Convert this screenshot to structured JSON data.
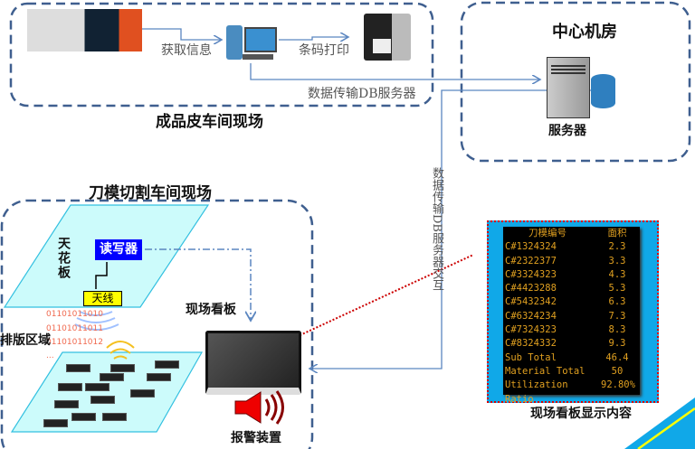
{
  "workshop_top": {
    "title": "成品皮车间现场",
    "get_info": "获取信息",
    "barcode_print": "条码打印",
    "db_transfer": "数据传输DB服务器"
  },
  "center": {
    "title": "中心机房",
    "server": "服务器"
  },
  "vertical_link": "数据传输DB服务器交互",
  "workshop_bottom": {
    "title": "刀模切割车间现场",
    "ceiling": "天花板",
    "reader": "读写器",
    "antenna": "天线",
    "layout_area": "排版区域",
    "binary": [
      "01101011010",
      "01101011011",
      "01101011012",
      "..."
    ],
    "board": "现场看板",
    "alarm": "报警装置"
  },
  "display": {
    "caption": "现场看板显示内容",
    "headers": [
      "刀模编号",
      "面积"
    ],
    "rows": [
      [
        "C#1324324",
        "2.3"
      ],
      [
        "C#2322377",
        "3.3"
      ],
      [
        "C#3324323",
        "4.3"
      ],
      [
        "C#4423288",
        "5.3"
      ],
      [
        "C#5432342",
        "6.3"
      ],
      [
        "C#6324234",
        "7.3"
      ],
      [
        "C#7324323",
        "8.3"
      ],
      [
        "C#8324332",
        "9.3"
      ],
      [
        "Sub Total",
        "46.4"
      ],
      [
        "Material Total",
        "50"
      ],
      [
        "Utilization Ratio",
        "92.80%"
      ]
    ]
  },
  "colors": {
    "dash": "#3f5f8f",
    "line": "#5b86c0",
    "reader": "#0000ff",
    "display_bg": "#10a8e8",
    "ceiling": "#ccfbfb"
  }
}
